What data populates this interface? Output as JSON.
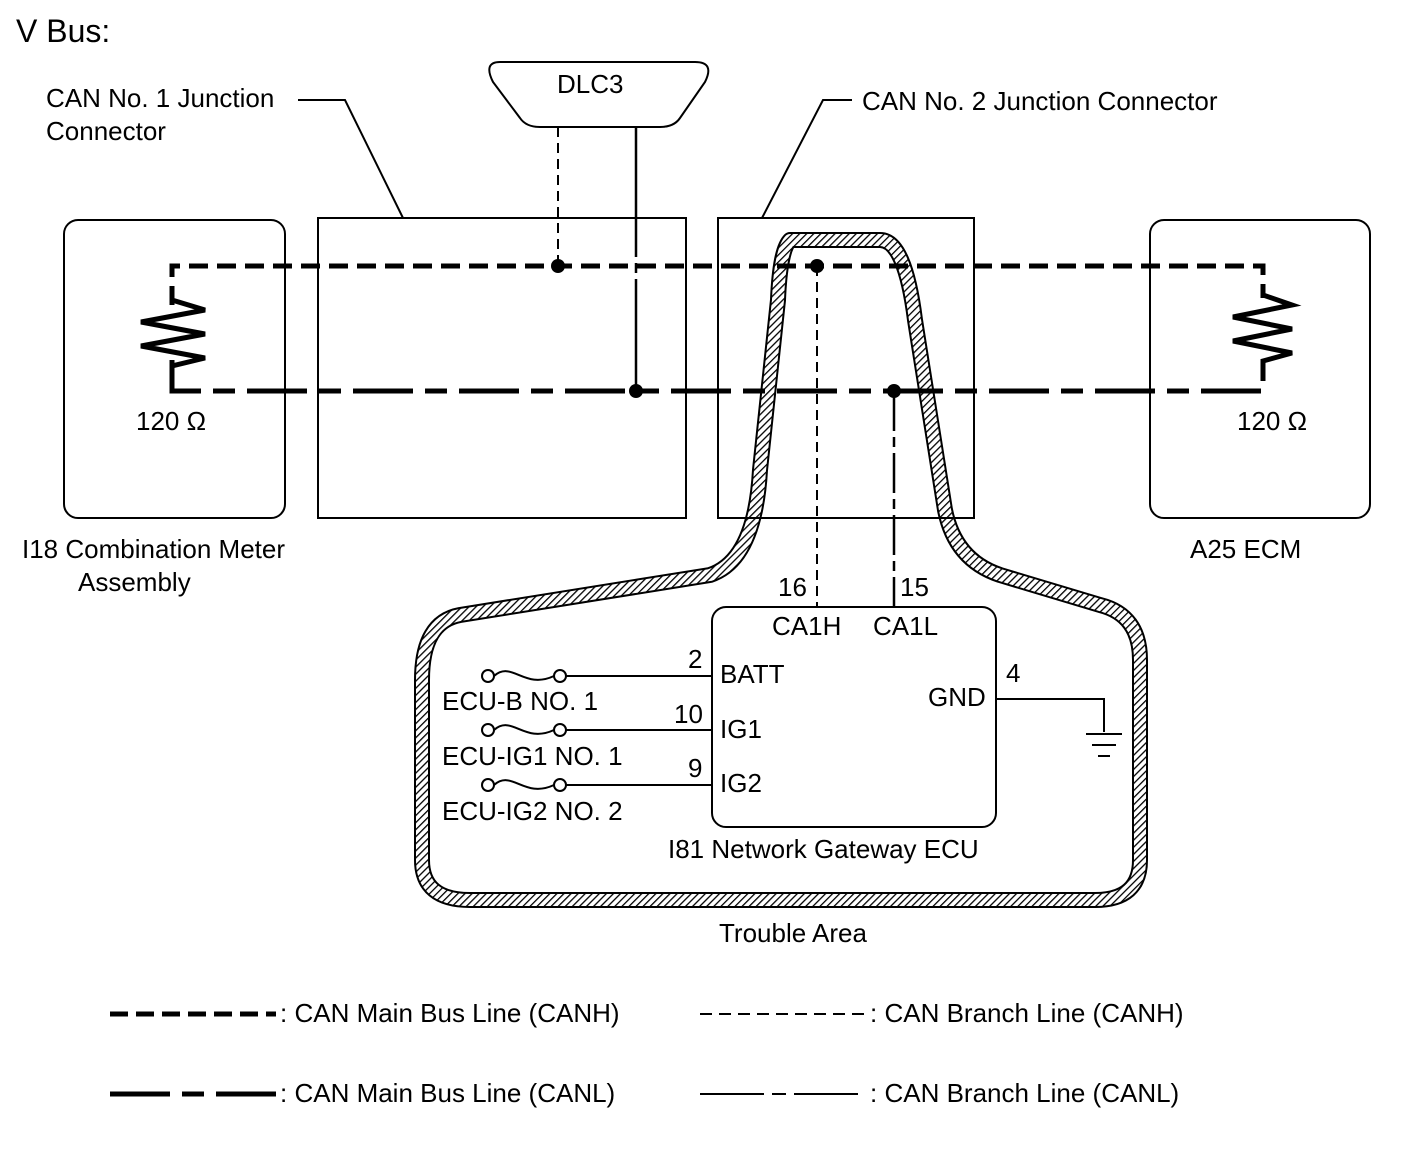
{
  "title": "V Bus:",
  "dlc": "DLC3",
  "junction1": {
    "line1": "CAN No. 1 Junction",
    "line2": "Connector"
  },
  "junction2": {
    "label": "CAN No. 2 Junction Connector"
  },
  "meter": {
    "resistor": "120 Ω",
    "line1": "I18  Combination Meter",
    "line2": "Assembly"
  },
  "ecm": {
    "resistor": "120 Ω",
    "label": "A25  ECM"
  },
  "gateway": {
    "name": "I81  Network Gateway ECU",
    "pin_ca1h": "16",
    "label_ca1h": "CA1H",
    "pin_ca1l": "15",
    "label_ca1l": "CA1L",
    "pin_batt": "2",
    "label_batt": "BATT",
    "pin_ig1": "10",
    "label_ig1": "IG1",
    "pin_ig2": "9",
    "label_ig2": "IG2",
    "pin_gnd": "4",
    "label_gnd": "GND"
  },
  "fuses": {
    "ecu_b": "ECU-B NO. 1",
    "ecu_ig1": "ECU-IG1 NO. 1",
    "ecu_ig2": "ECU-IG2 NO. 2"
  },
  "trouble_area": "Trouble Area",
  "legend": {
    "main_canh": ": CAN Main Bus Line (CANH)",
    "branch_canh": ": CAN Branch Line (CANH)",
    "main_canl": ": CAN Main Bus Line (CANL)",
    "branch_canl": ": CAN Branch Line (CANL)"
  }
}
